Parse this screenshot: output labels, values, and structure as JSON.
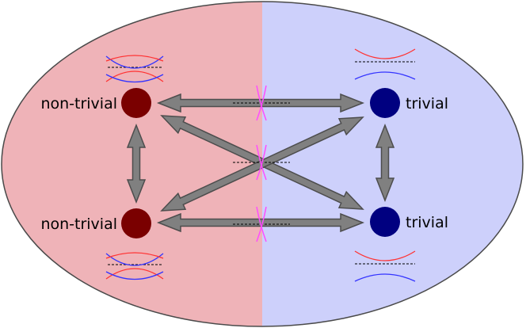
{
  "colors": {
    "topological_region": "#efb3b8",
    "trivial_region": "#cdd0fb",
    "outline": "#4a4a4a",
    "nontrivial_node": "#7a0000",
    "trivial_node": "#000080",
    "arrow_fill": "#808080",
    "arrow_stroke": "#4d4d4d",
    "band_red": "#ff3333",
    "band_blue": "#3333ff",
    "gap_closing_marker": "#ff4dff",
    "dashed_line": "#000000"
  },
  "nodes": [
    {
      "id": "top-left",
      "label": "non-trivial",
      "class": "nontrivial"
    },
    {
      "id": "bottom-left",
      "label": "non-trivial",
      "class": "nontrivial"
    },
    {
      "id": "top-right",
      "label": "trivial",
      "class": "trivial"
    },
    {
      "id": "bottom-right",
      "label": "trivial",
      "class": "trivial"
    }
  ],
  "band_insets": [
    {
      "position": "top-left",
      "type": "inverted"
    },
    {
      "position": "bottom-left",
      "type": "inverted"
    },
    {
      "position": "top-right",
      "type": "gapped"
    },
    {
      "position": "bottom-right",
      "type": "gapped"
    }
  ],
  "transitions": [
    {
      "from": "top-left",
      "to": "top-right",
      "crosses_boundary": true
    },
    {
      "from": "bottom-left",
      "to": "bottom-right",
      "crosses_boundary": true
    },
    {
      "from": "top-left",
      "to": "bottom-right",
      "crosses_boundary": true
    },
    {
      "from": "bottom-left",
      "to": "top-right",
      "crosses_boundary": true
    },
    {
      "from": "top-left",
      "to": "bottom-left",
      "crosses_boundary": false
    },
    {
      "from": "top-right",
      "to": "bottom-right",
      "crosses_boundary": false
    }
  ]
}
